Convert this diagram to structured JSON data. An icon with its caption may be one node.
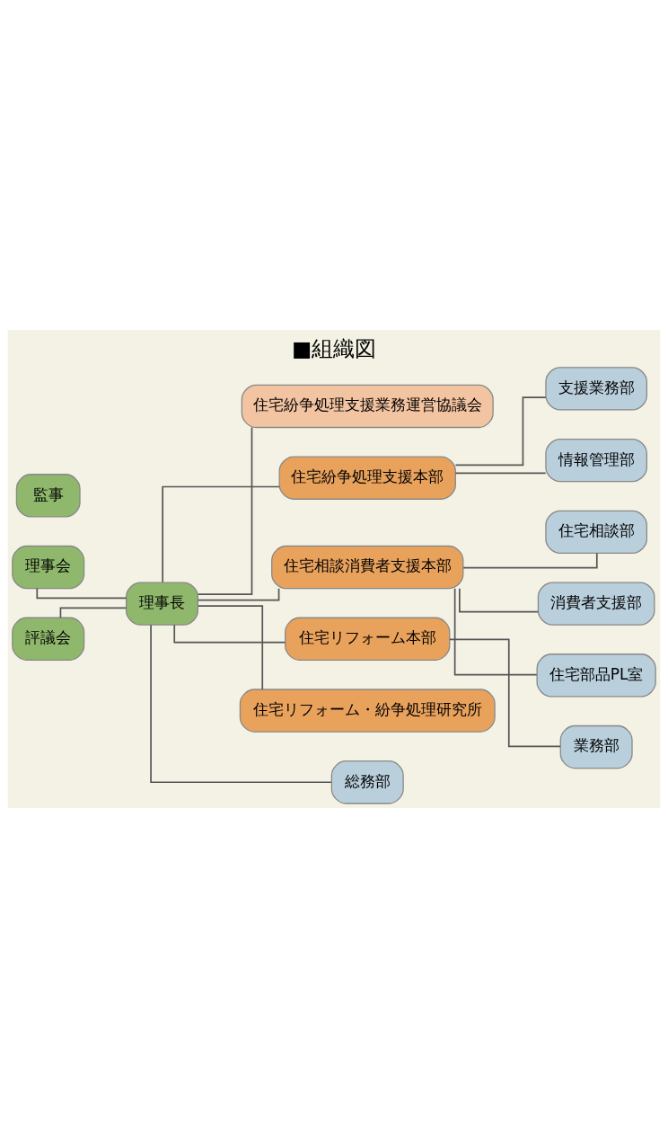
{
  "diagram": {
    "title": "■組織図",
    "nodes": [
      {
        "text": [
          "理事会"
        ]
      },
      {
        "text": [
          "評議会"
        ]
      },
      {
        "text": [
          "理事長"
        ]
      },
      {
        "text": [
          "監事"
        ]
      },
      {
        "text": [
          "住宅紛争処理支援業務運営協議会"
        ]
      },
      {
        "text": [
          "住宅紛争処理支援本部"
        ]
      },
      {
        "text": [
          "住宅相談消費者支援本部"
        ]
      },
      {
        "text": [
          "住宅リフォーム本部"
        ]
      },
      {
        "text": [
          "住宅リフォーム・紛争処理研究所"
        ]
      },
      {
        "text": [
          "支援業務部"
        ]
      },
      {
        "text": [
          "情報管理部"
        ]
      },
      {
        "text": [
          "住宅相談部"
        ]
      },
      {
        "text": [
          "消費者支援部"
        ]
      },
      {
        "text": [
          "住宅部品PL室"
        ]
      },
      {
        "text": [
          "業務部"
        ]
      },
      {
        "text": [
          "総務部"
        ]
      }
    ],
    "edges": [
      {
        "from": 0,
        "to": 2,
        "arrow": "none"
      },
      {
        "from": 1,
        "to": 2,
        "arrow": "none"
      },
      {
        "from": 2,
        "to": 4,
        "arrow": "none"
      },
      {
        "from": 2,
        "to": 5,
        "arrow": "none"
      },
      {
        "from": 2,
        "to": 6,
        "arrow": "none"
      },
      {
        "from": 2,
        "to": 7,
        "arrow": "none"
      },
      {
        "from": 2,
        "to": 8,
        "arrow": "none"
      },
      {
        "from": 2,
        "to": 15,
        "arrow": "none"
      },
      {
        "from": 5,
        "to": 9,
        "arrow": "none"
      },
      {
        "from": 5,
        "to": 10,
        "arrow": "none"
      },
      {
        "from": 6,
        "to": 11,
        "arrow": "none"
      },
      {
        "from": 6,
        "to": 12,
        "arrow": "none"
      },
      {
        "from": 6,
        "to": 13,
        "arrow": "none"
      },
      {
        "from": 7,
        "to": 14,
        "arrow": "none"
      }
    ]
  }
}
